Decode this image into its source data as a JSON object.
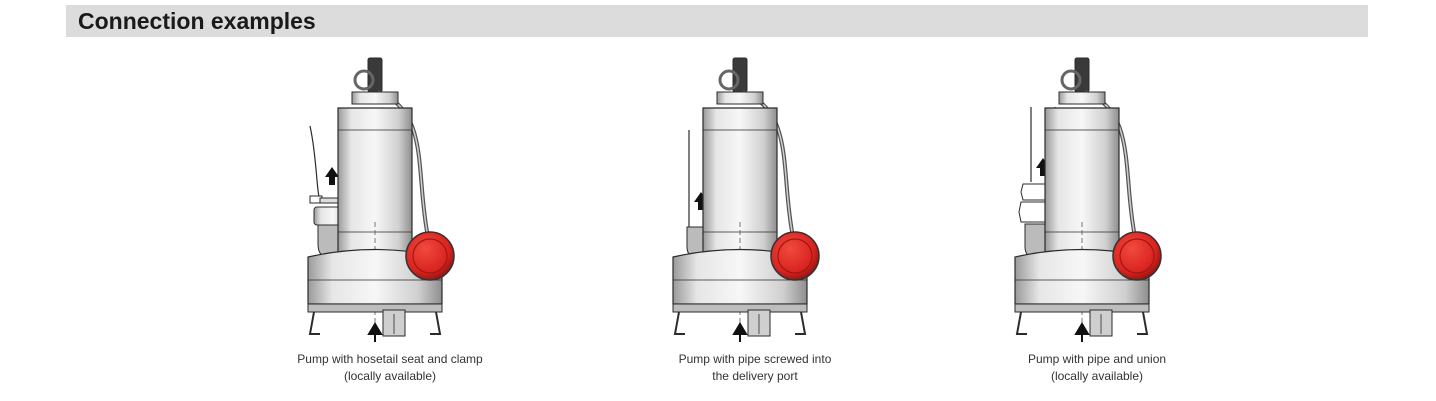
{
  "section": {
    "title": "Connection examples"
  },
  "figures": [
    {
      "variant": "hosetail",
      "caption_line1": "Pump with hosetail seat and clamp",
      "caption_line2": "(locally available)"
    },
    {
      "variant": "screwed",
      "caption_line1": "Pump with pipe screwed into",
      "caption_line2": "the delivery port"
    },
    {
      "variant": "union",
      "caption_line1": "Pump with pipe and union",
      "caption_line2": "(locally available)"
    }
  ],
  "colors": {
    "header_bg": "#dcdcdc",
    "float_switch": "#d9231f",
    "outline": "#2b2b2b"
  }
}
